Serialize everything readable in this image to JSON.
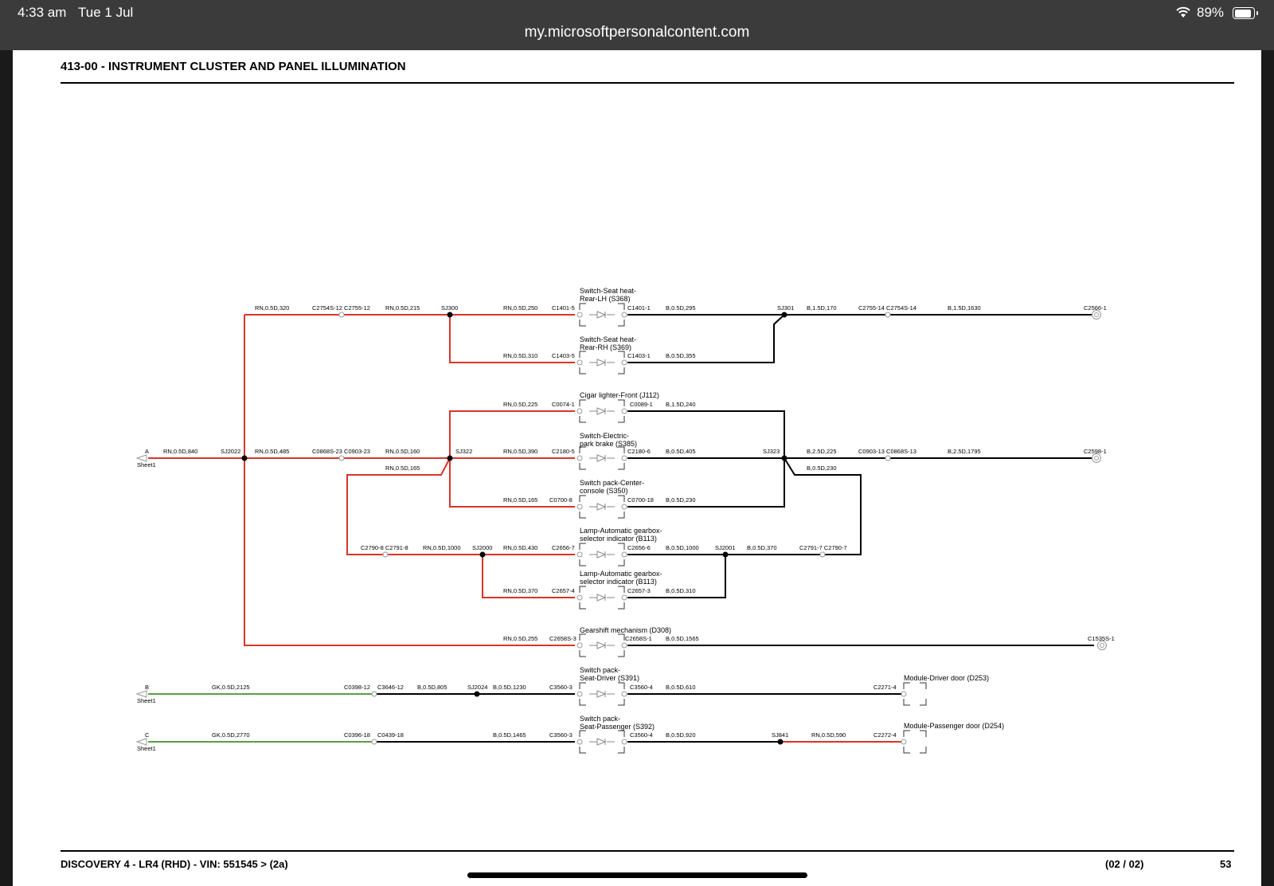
{
  "status_bar": {
    "time": "4:33 am",
    "date": "Tue 1 Jul",
    "url": "my.microsoftpersonalcontent.com",
    "battery": "89%",
    "battery_level": 0.89,
    "icons": [
      "wifi-icon",
      "battery-icon"
    ]
  },
  "document": {
    "title": "413-00 - INSTRUMENT CLUSTER AND PANEL ILLUMINATION",
    "footer_left": "DISCOVERY 4 - LR4  (RHD) - VIN: 551545 >  (2a)",
    "footer_page": "(02 / 02)",
    "footer_num": "53"
  },
  "colors": {
    "red_wire": "#d9342b",
    "black_wire": "#000000",
    "green_wire": "#5a9e47",
    "status_bar": "#3b3b3b"
  },
  "diagram": {
    "components": [
      {
        "name_lines": [
          "Switch-Seat heat-",
          "Rear-LH (S368)"
        ]
      },
      {
        "name_lines": [
          "Switch-Seat heat-",
          "Rear-RH (S369)"
        ]
      },
      {
        "name_lines": [
          "Cigar lighter-Front (J112)"
        ]
      },
      {
        "name_lines": [
          "Switch-Electric-",
          "park brake (S385)"
        ]
      },
      {
        "name_lines": [
          "Switch pack-Center-",
          "console (S350)"
        ]
      },
      {
        "name_lines": [
          "Lamp-Automatic gearbox-",
          "selector indicator (B113)"
        ]
      },
      {
        "name_lines": [
          "Lamp-Automatic gearbox-",
          "selector indicator (B113)"
        ]
      },
      {
        "name_lines": [
          "Gearshift mechanism (D308)"
        ]
      },
      {
        "name_lines": [
          "Switch pack-",
          "Seat-Driver (S391)"
        ]
      },
      {
        "name_lines": [
          "Switch pack-",
          "Seat-Passenger (S392)"
        ]
      },
      {
        "name_lines": [
          "Module-Driver door (D253)"
        ]
      },
      {
        "name_lines": [
          "Module-Passenger door (D254)"
        ]
      }
    ],
    "labels": [
      "RN,0.5D,320",
      "C2754S-12 C2755-12",
      "RN,0.5D,215",
      "SJ300",
      "RN,0.5D,250",
      "C1401-5",
      "C1401-1",
      "B,0.5D,295",
      "SJ301",
      "B,1.5D,170",
      "C2755-14 C2754S-14",
      "B,1.5D,1630",
      "C2566-1",
      "RN,0.5D,310",
      "C1403-5",
      "C1403-1",
      "B,0.5D,355",
      "RN,0.5D,225",
      "C0074-1",
      "C0089-1",
      "B,1.5D,240",
      "A",
      "RN,0.5D,840",
      "SJ2022",
      "RN,0.5D,485",
      "C0868S-23 C0903-23",
      "RN,0.5D,160",
      "SJ322",
      "RN,0.5D,390",
      "C2180-5",
      "C2180-6",
      "B,0.5D,405",
      "SJ323",
      "B,2.5D,225",
      "C0903-13 C0868S-13",
      "B,2.5D,1795",
      "C2598-1",
      "Sheet1",
      "RN,0.5D,165",
      "B,0.5D,230",
      "RN,0.5D,165",
      "C0700-8",
      "C0700-18",
      "B,0.5D,230",
      "C2790-8 C2791-8",
      "RN,0.5D,1000",
      "SJ2000",
      "RN,0.5D,430",
      "C2656-7",
      "C2656-6",
      "B,0.5D,1000",
      "SJ2001",
      "B,0.5D,370",
      "C2791-7 C2790-7",
      "RN,0.5D,370",
      "C2657-4",
      "C2657-3",
      "B,0.5D,310",
      "RN,0.5D,255",
      "C2658S-3",
      "C2658S-1",
      "B,0.5D,1565",
      "C1535S-1",
      "B",
      "GK,0.5D,2125",
      "C0398-12",
      "C3646-12",
      "B,0.5D,805",
      "SJ2024",
      "B,0.5D,1230",
      "C3560-3",
      "C3560-4",
      "B,0.5D,610",
      "C2271-4",
      "Sheet1",
      "C",
      "GK,0.5D,2770",
      "C0396-18",
      "C0439-18",
      "B,0.5D,1465",
      "C3560-3",
      "C3560-4",
      "B,0.5D,920",
      "SJ841",
      "RN,0.5D,590",
      "C2272-4",
      "Sheet1"
    ]
  }
}
